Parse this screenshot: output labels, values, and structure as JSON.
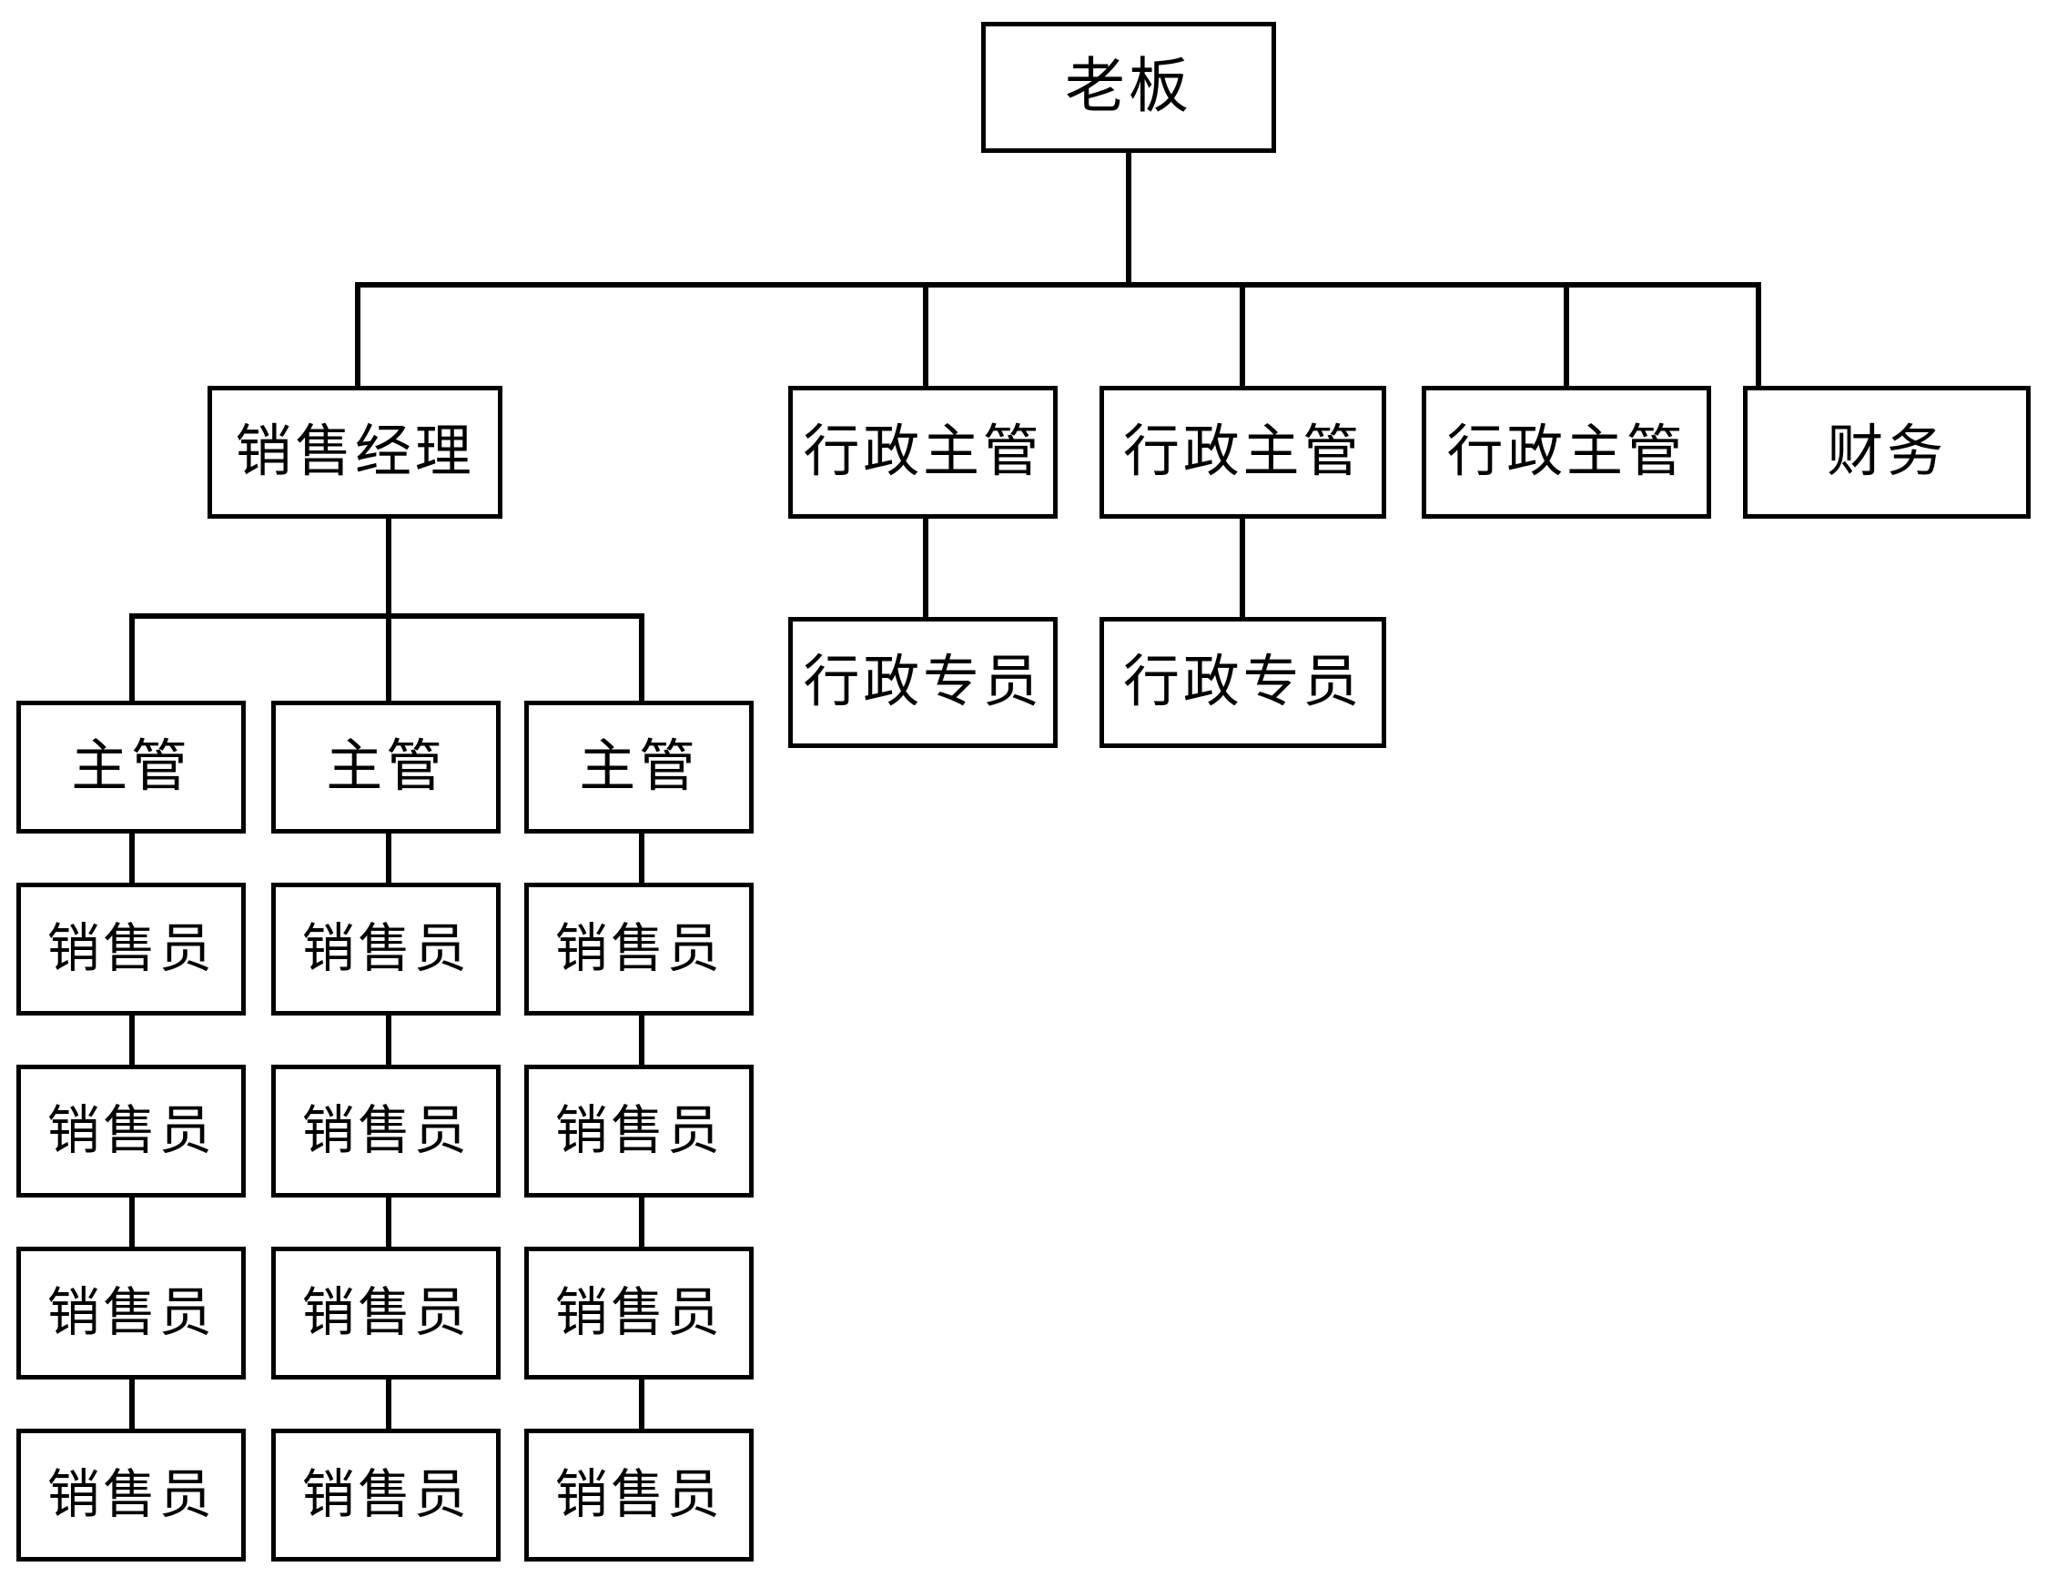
{
  "chart_title": "",
  "org_chart": {
    "type": "tree",
    "orientation": "top-down",
    "root": {
      "id": "boss",
      "label": "老板",
      "level": 0
    },
    "level2": [
      {
        "id": "sales-manager",
        "label": "销售经理"
      },
      {
        "id": "admin-supervisor-1",
        "label": "行政主管"
      },
      {
        "id": "admin-supervisor-2",
        "label": "行政主管"
      },
      {
        "id": "admin-supervisor-3",
        "label": "行政主管"
      },
      {
        "id": "finance",
        "label": "财务"
      }
    ],
    "admin_specialists": [
      {
        "id": "admin-specialist-1",
        "label": "行政专员"
      },
      {
        "id": "admin-specialist-2",
        "label": "行政专员"
      }
    ],
    "supervisors": [
      {
        "id": "supervisor-1",
        "label": "主管"
      },
      {
        "id": "supervisor-2",
        "label": "主管"
      },
      {
        "id": "supervisor-3",
        "label": "主管"
      }
    ],
    "sales_columns": [
      {
        "column": 1,
        "people": [
          "销售员",
          "销售员",
          "销售员",
          "销售员"
        ]
      },
      {
        "column": 2,
        "people": [
          "销售员",
          "销售员",
          "销售员",
          "销售员"
        ]
      },
      {
        "column": 3,
        "people": [
          "销售员",
          "销售员",
          "销售员",
          "销售员"
        ]
      }
    ],
    "colors": {
      "background": "#ffffff",
      "box_border": "#000000",
      "box_fill": "#ffffff",
      "connector": "#000000",
      "text": "#000000"
    }
  }
}
